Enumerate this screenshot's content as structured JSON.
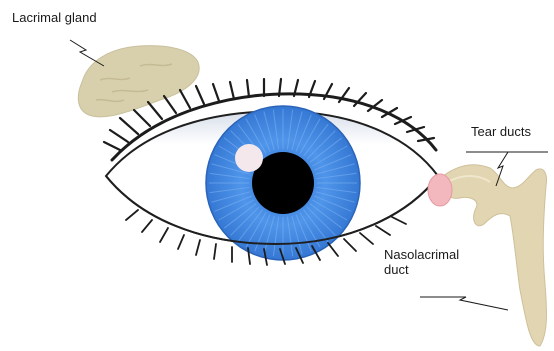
{
  "labels": {
    "lacrimal_gland": "Lacrimal gland",
    "tear_ducts": "Tear ducts",
    "nasolacrimal_line1": "Nasolacrimal",
    "nasolacrimal_line2": "duct"
  },
  "colors": {
    "gland": "#d8d0ad",
    "gland_shadow": "#c4bb94",
    "duct": "#e2d5b2",
    "duct_edge": "#cfc09a",
    "iris": "#3f86e0",
    "iris_edge": "#2b64b8",
    "pupil": "#000000",
    "highlight": "#f4e8ec",
    "caruncle": "#f2b8bd",
    "lash": "#1c1c1c",
    "sclera_shadow": "#c8d3e6"
  },
  "icons": {
    "eye": "eye-illustration",
    "gland": "lacrimal-gland-illustration",
    "duct": "duct-illustration"
  }
}
